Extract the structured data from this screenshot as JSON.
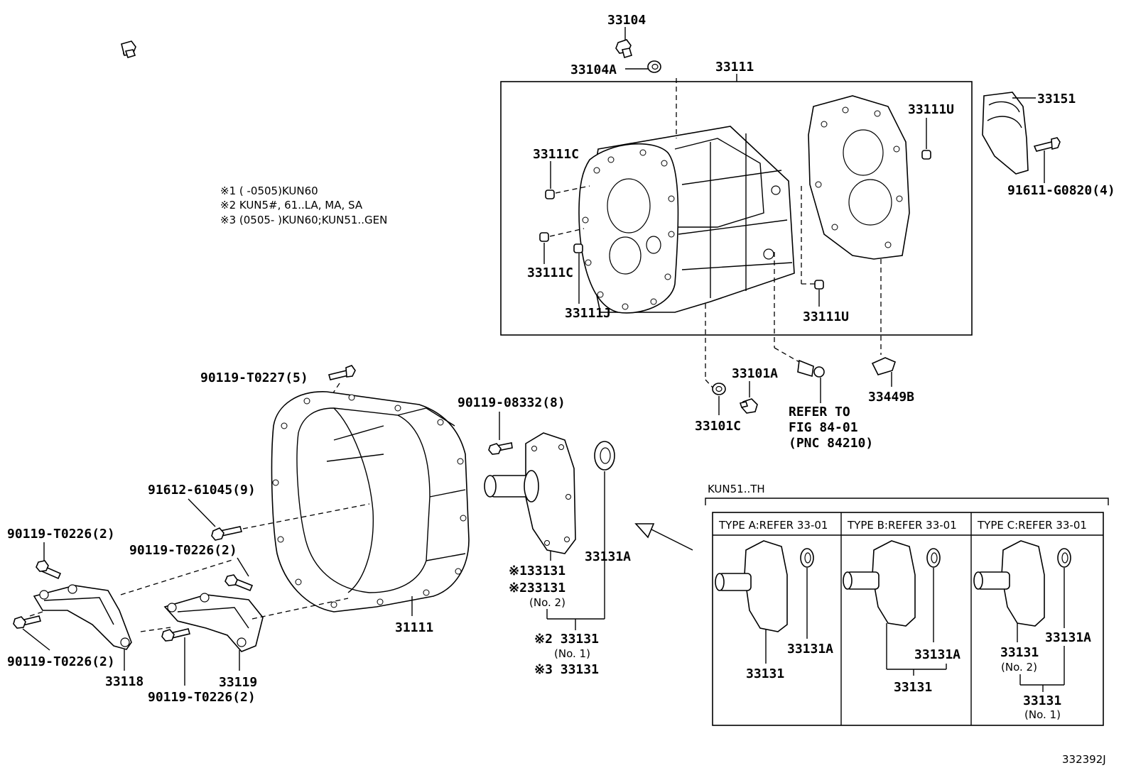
{
  "labels": {
    "p33104": "33104",
    "p33104A": "33104A",
    "p33111": "33111",
    "p33151": "33151",
    "p33111U_top": "33111U",
    "p33111C_top": "33111C",
    "p33111C_bot": "33111C",
    "p33111J": "33111J",
    "p33111U_bot": "33111U",
    "p91611": "91611-G0820(4)",
    "p90119_T0227": "90119-T0227(5)",
    "p33101A": "33101A",
    "p33101C": "33101C",
    "p33449B": "33449B",
    "refer1": "REFER TO",
    "refer2": "FIG 84-01",
    "refer3": "(PNC 84210)",
    "p90119_08332": "90119-08332(8)",
    "p91612": "91612-61045(9)",
    "p90119_T0226_a": "90119-T0226(2)",
    "p90119_T0226_b": "90119-T0226(2)",
    "p90119_T0226_c": "90119-T0226(2)",
    "p90119_T0226_d": "90119-T0226(2)",
    "p33131A_main": "33131A",
    "p33131_n1": "※133131",
    "p33131_n2": "※233131",
    "no2_main": "(No. 2)",
    "p33131_n2b": "※2 33131",
    "no1_main": "(No. 1)",
    "p33131_n3": "※3 33131",
    "p31111": "31111",
    "p33118": "33118",
    "p33119": "33119",
    "figure_id": "332392J"
  },
  "notes": [
    "※1 (      -0505)KUN60",
    "※2 KUN5#, 61..LA, MA, SA",
    "※3 (0505-      )KUN60;KUN51..GEN"
  ],
  "variant_panel": {
    "heading": "KUN51..TH",
    "types": [
      {
        "title": "TYPE A:REFER 33-01",
        "seal": "33131A",
        "cover": "33131"
      },
      {
        "title": "TYPE B:REFER 33-01",
        "seal": "33131A",
        "cover": "33131"
      },
      {
        "title": "TYPE C:REFER 33-01",
        "seal": "33131A",
        "cover": "33131",
        "cover_no2": "(No. 2)",
        "cover_main": "33131",
        "cover_no1": "(No. 1)"
      }
    ]
  }
}
